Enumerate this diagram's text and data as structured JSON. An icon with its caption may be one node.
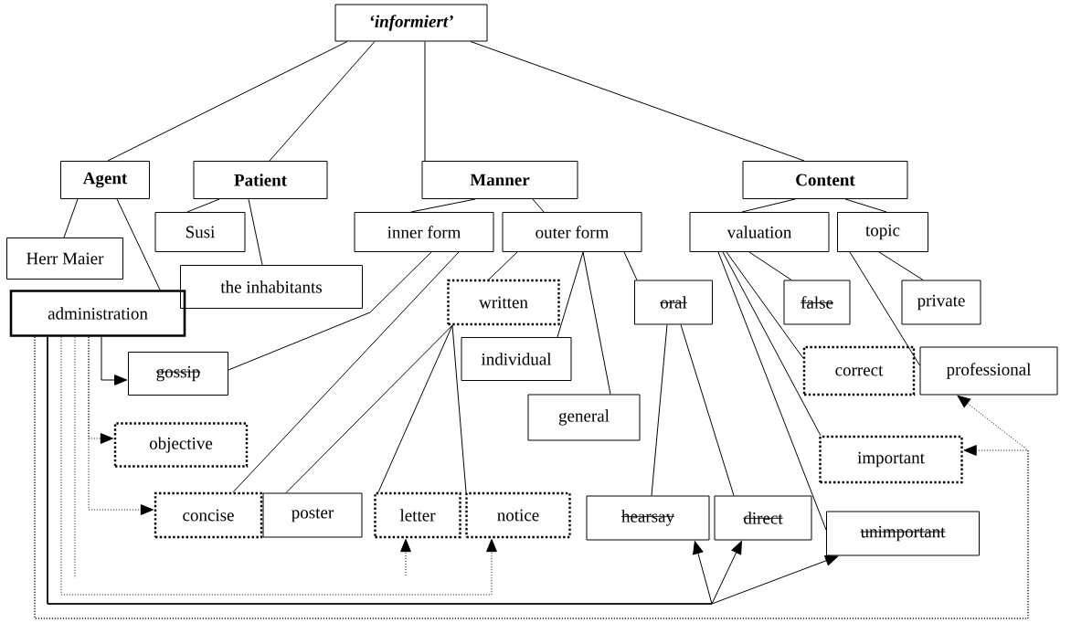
{
  "diagram": {
    "nodes": [
      {
        "text": [
          "‘informiert’"
        ]
      },
      {
        "text": [
          "Agent"
        ]
      },
      {
        "text": [
          "Patient"
        ]
      },
      {
        "text": [
          "Manner"
        ]
      },
      {
        "text": [
          "Content"
        ]
      },
      {
        "text": [
          "Susi"
        ]
      },
      {
        "text": [
          "Herr Maier"
        ]
      },
      {
        "text": [
          "the inhabitants"
        ]
      },
      {
        "text": [
          "administration"
        ]
      },
      {
        "text": [
          "inner form"
        ]
      },
      {
        "text": [
          "outer form"
        ]
      },
      {
        "text": [
          "valuation"
        ]
      },
      {
        "text": [
          "topic"
        ]
      },
      {
        "text": [
          "written"
        ]
      },
      {
        "text": [
          "oral"
        ]
      },
      {
        "text": [
          "false"
        ]
      },
      {
        "text": [
          "private"
        ]
      },
      {
        "text": [
          "gossip"
        ]
      },
      {
        "text": [
          "individual"
        ]
      },
      {
        "text": [
          "correct"
        ]
      },
      {
        "text": [
          "professional"
        ]
      },
      {
        "text": [
          "general"
        ]
      },
      {
        "text": [
          "objective"
        ]
      },
      {
        "text": [
          "important"
        ]
      },
      {
        "text": [
          "concise"
        ]
      },
      {
        "text": [
          "poster"
        ]
      },
      {
        "text": [
          "letter"
        ]
      },
      {
        "text": [
          "notice"
        ]
      },
      {
        "text": [
          "hearsay"
        ]
      },
      {
        "text": [
          "direct"
        ]
      },
      {
        "text": [
          "unimportant"
        ]
      }
    ],
    "edges": [
      {
        "from": 0,
        "to": 1,
        "arrow": "none"
      },
      {
        "from": 0,
        "to": 2,
        "arrow": "none"
      },
      {
        "from": 0,
        "to": 3,
        "arrow": "none"
      },
      {
        "from": 0,
        "to": 4,
        "arrow": "none"
      },
      {
        "from": 1,
        "to": 6,
        "arrow": "none"
      },
      {
        "from": 1,
        "to": 8,
        "arrow": "none"
      },
      {
        "from": 2,
        "to": 5,
        "arrow": "none"
      },
      {
        "from": 2,
        "to": 7,
        "arrow": "none"
      },
      {
        "from": 3,
        "to": 9,
        "arrow": "none"
      },
      {
        "from": 3,
        "to": 10,
        "arrow": "none"
      },
      {
        "from": 4,
        "to": 11,
        "arrow": "none"
      },
      {
        "from": 4,
        "to": 12,
        "arrow": "none"
      },
      {
        "from": 9,
        "to": 17,
        "arrow": "none"
      },
      {
        "from": 9,
        "to": 24,
        "arrow": "none"
      },
      {
        "from": 10,
        "to": 13,
        "arrow": "none"
      },
      {
        "from": 10,
        "to": 18,
        "arrow": "none"
      },
      {
        "from": 10,
        "to": 21,
        "arrow": "none"
      },
      {
        "from": 10,
        "to": 14,
        "arrow": "none"
      },
      {
        "from": 13,
        "to": 25,
        "arrow": "none"
      },
      {
        "from": 13,
        "to": 26,
        "arrow": "none"
      },
      {
        "from": 13,
        "to": 27,
        "arrow": "none"
      },
      {
        "from": 14,
        "to": 28,
        "arrow": "none"
      },
      {
        "from": 14,
        "to": 29,
        "arrow": "none"
      },
      {
        "from": 11,
        "to": 15,
        "arrow": "none"
      },
      {
        "from": 11,
        "to": 19,
        "arrow": "none"
      },
      {
        "from": 11,
        "to": 23,
        "arrow": "none"
      },
      {
        "from": 11,
        "to": 30,
        "arrow": "none"
      },
      {
        "from": 12,
        "to": 16,
        "arrow": "none"
      },
      {
        "from": 12,
        "to": 20,
        "arrow": "none"
      },
      {
        "from": 8,
        "to": 17,
        "arrow": "to"
      },
      {
        "from": 8,
        "to": 22,
        "arrow": "to",
        "style": "dashed"
      },
      {
        "from": 8,
        "to": 24,
        "arrow": "to",
        "style": "dashed"
      },
      {
        "from": 8,
        "to": null,
        "arrow": "none",
        "style": "dashed"
      },
      {
        "from": null,
        "to": 26,
        "arrow": "to",
        "style": "dashed"
      },
      {
        "from": 8,
        "to": 27,
        "arrow": "to",
        "style": "dashed"
      },
      {
        "from": 8,
        "to": 28,
        "arrow": "to"
      },
      {
        "from": 8,
        "to": 29,
        "arrow": "to"
      },
      {
        "from": 8,
        "to": 30,
        "arrow": "to"
      },
      {
        "from": 8,
        "to": 23,
        "arrow": "to",
        "style": "dashed"
      },
      {
        "from": 8,
        "to": 20,
        "arrow": "to",
        "style": "dashed"
      }
    ]
  }
}
